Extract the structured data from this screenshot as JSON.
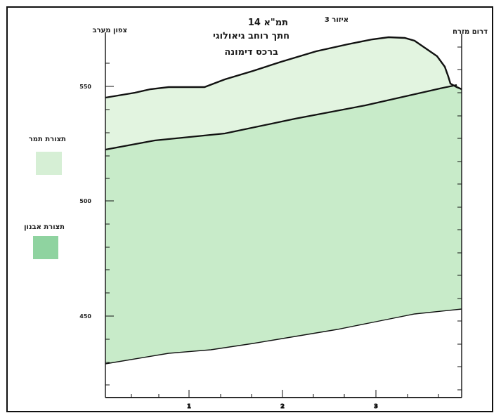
{
  "title_lines": [
    "תמ\"א 14",
    "חתך רוחב גיאולוגי",
    "ברכס דימונה"
  ],
  "area_label": "איזור 3",
  "corner_left": "צפון מערב",
  "corner_right": "דרום מזרח",
  "y_ticks": [
    "550",
    "500",
    "450"
  ],
  "x_ticks": [
    "1",
    "2",
    "3"
  ],
  "legend": [
    {
      "label": "תצורת תמר",
      "color": "#d6efd5"
    },
    {
      "label": "תצורת אבנון",
      "color": "#8fd3a0"
    }
  ],
  "colors": {
    "upper_fill": "#e2f4e0",
    "lower_fill": "#c8ebc9",
    "line": "#111111"
  }
}
